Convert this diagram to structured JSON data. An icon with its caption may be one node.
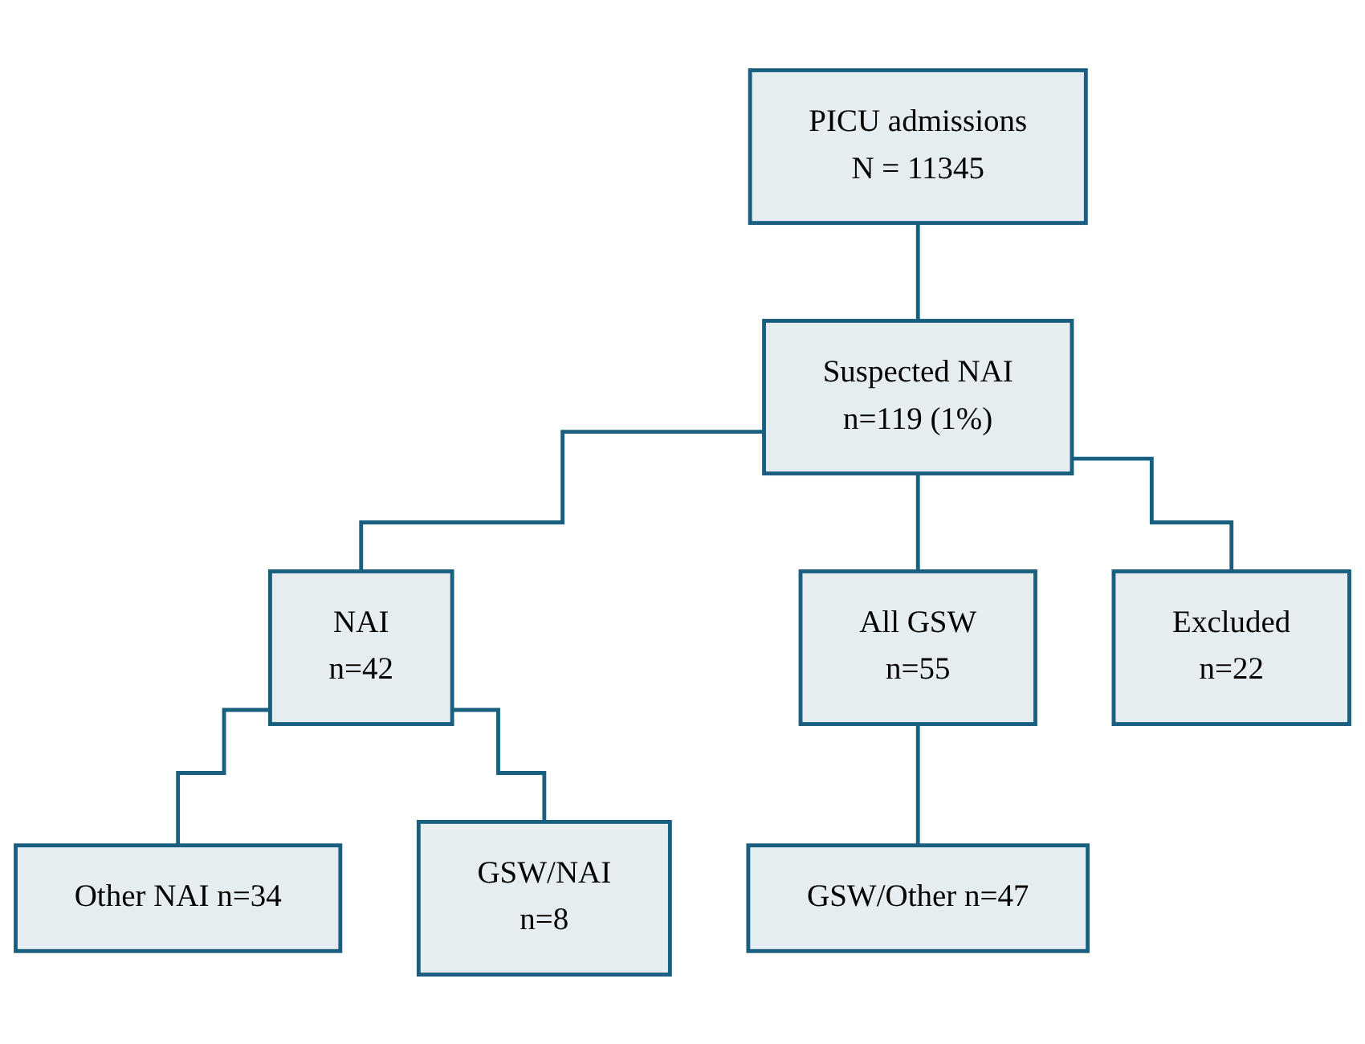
{
  "diagram": {
    "nodes": [
      {
        "text": [
          "PICU admissions",
          "N = 11345"
        ]
      },
      {
        "text": [
          "Suspected NAI",
          "n=119 (1%)"
        ]
      },
      {
        "text": [
          "NAI",
          "n=42"
        ]
      },
      {
        "text": [
          "All GSW",
          "n=55"
        ]
      },
      {
        "text": [
          "Excluded",
          "n=22"
        ]
      },
      {
        "text": [
          "Other NAI n=34"
        ]
      },
      {
        "text": [
          "GSW/NAI",
          "n=8"
        ]
      },
      {
        "text": [
          "GSW/Other n=47"
        ]
      }
    ],
    "edges": [
      {
        "from": 0,
        "to": 1,
        "arrow": "none"
      },
      {
        "from": 1,
        "to": 2,
        "arrow": "none"
      },
      {
        "from": 1,
        "to": 3,
        "arrow": "none"
      },
      {
        "from": 1,
        "to": 4,
        "arrow": "none"
      },
      {
        "from": 2,
        "to": 5,
        "arrow": "none"
      },
      {
        "from": 2,
        "to": 6,
        "arrow": "none"
      },
      {
        "from": 3,
        "to": 7,
        "arrow": "none"
      }
    ]
  }
}
